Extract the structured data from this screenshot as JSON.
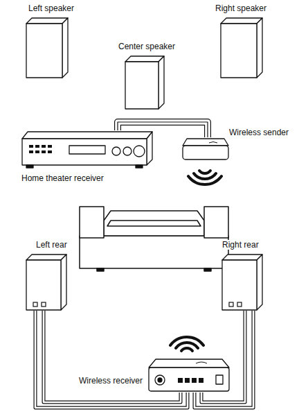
{
  "diagram": {
    "nodes": [
      {
        "text": [
          "Left speaker"
        ]
      },
      {
        "text": [
          "Right speaker"
        ]
      },
      {
        "text": [
          "Center speaker"
        ]
      },
      {
        "text": [
          "Wireless sender"
        ]
      },
      {
        "text": [
          "Home theater receiver"
        ]
      },
      {
        "text": [
          "Left rear"
        ]
      },
      {
        "text": [
          "Right rear"
        ]
      },
      {
        "text": [
          "Wireless receiver"
        ]
      }
    ],
    "edges": [
      {
        "from": 4,
        "to": 3,
        "arrow": "none"
      },
      {
        "from": 5,
        "to": 7,
        "arrow": "none"
      },
      {
        "from": 6,
        "to": 7,
        "arrow": "none"
      }
    ]
  }
}
